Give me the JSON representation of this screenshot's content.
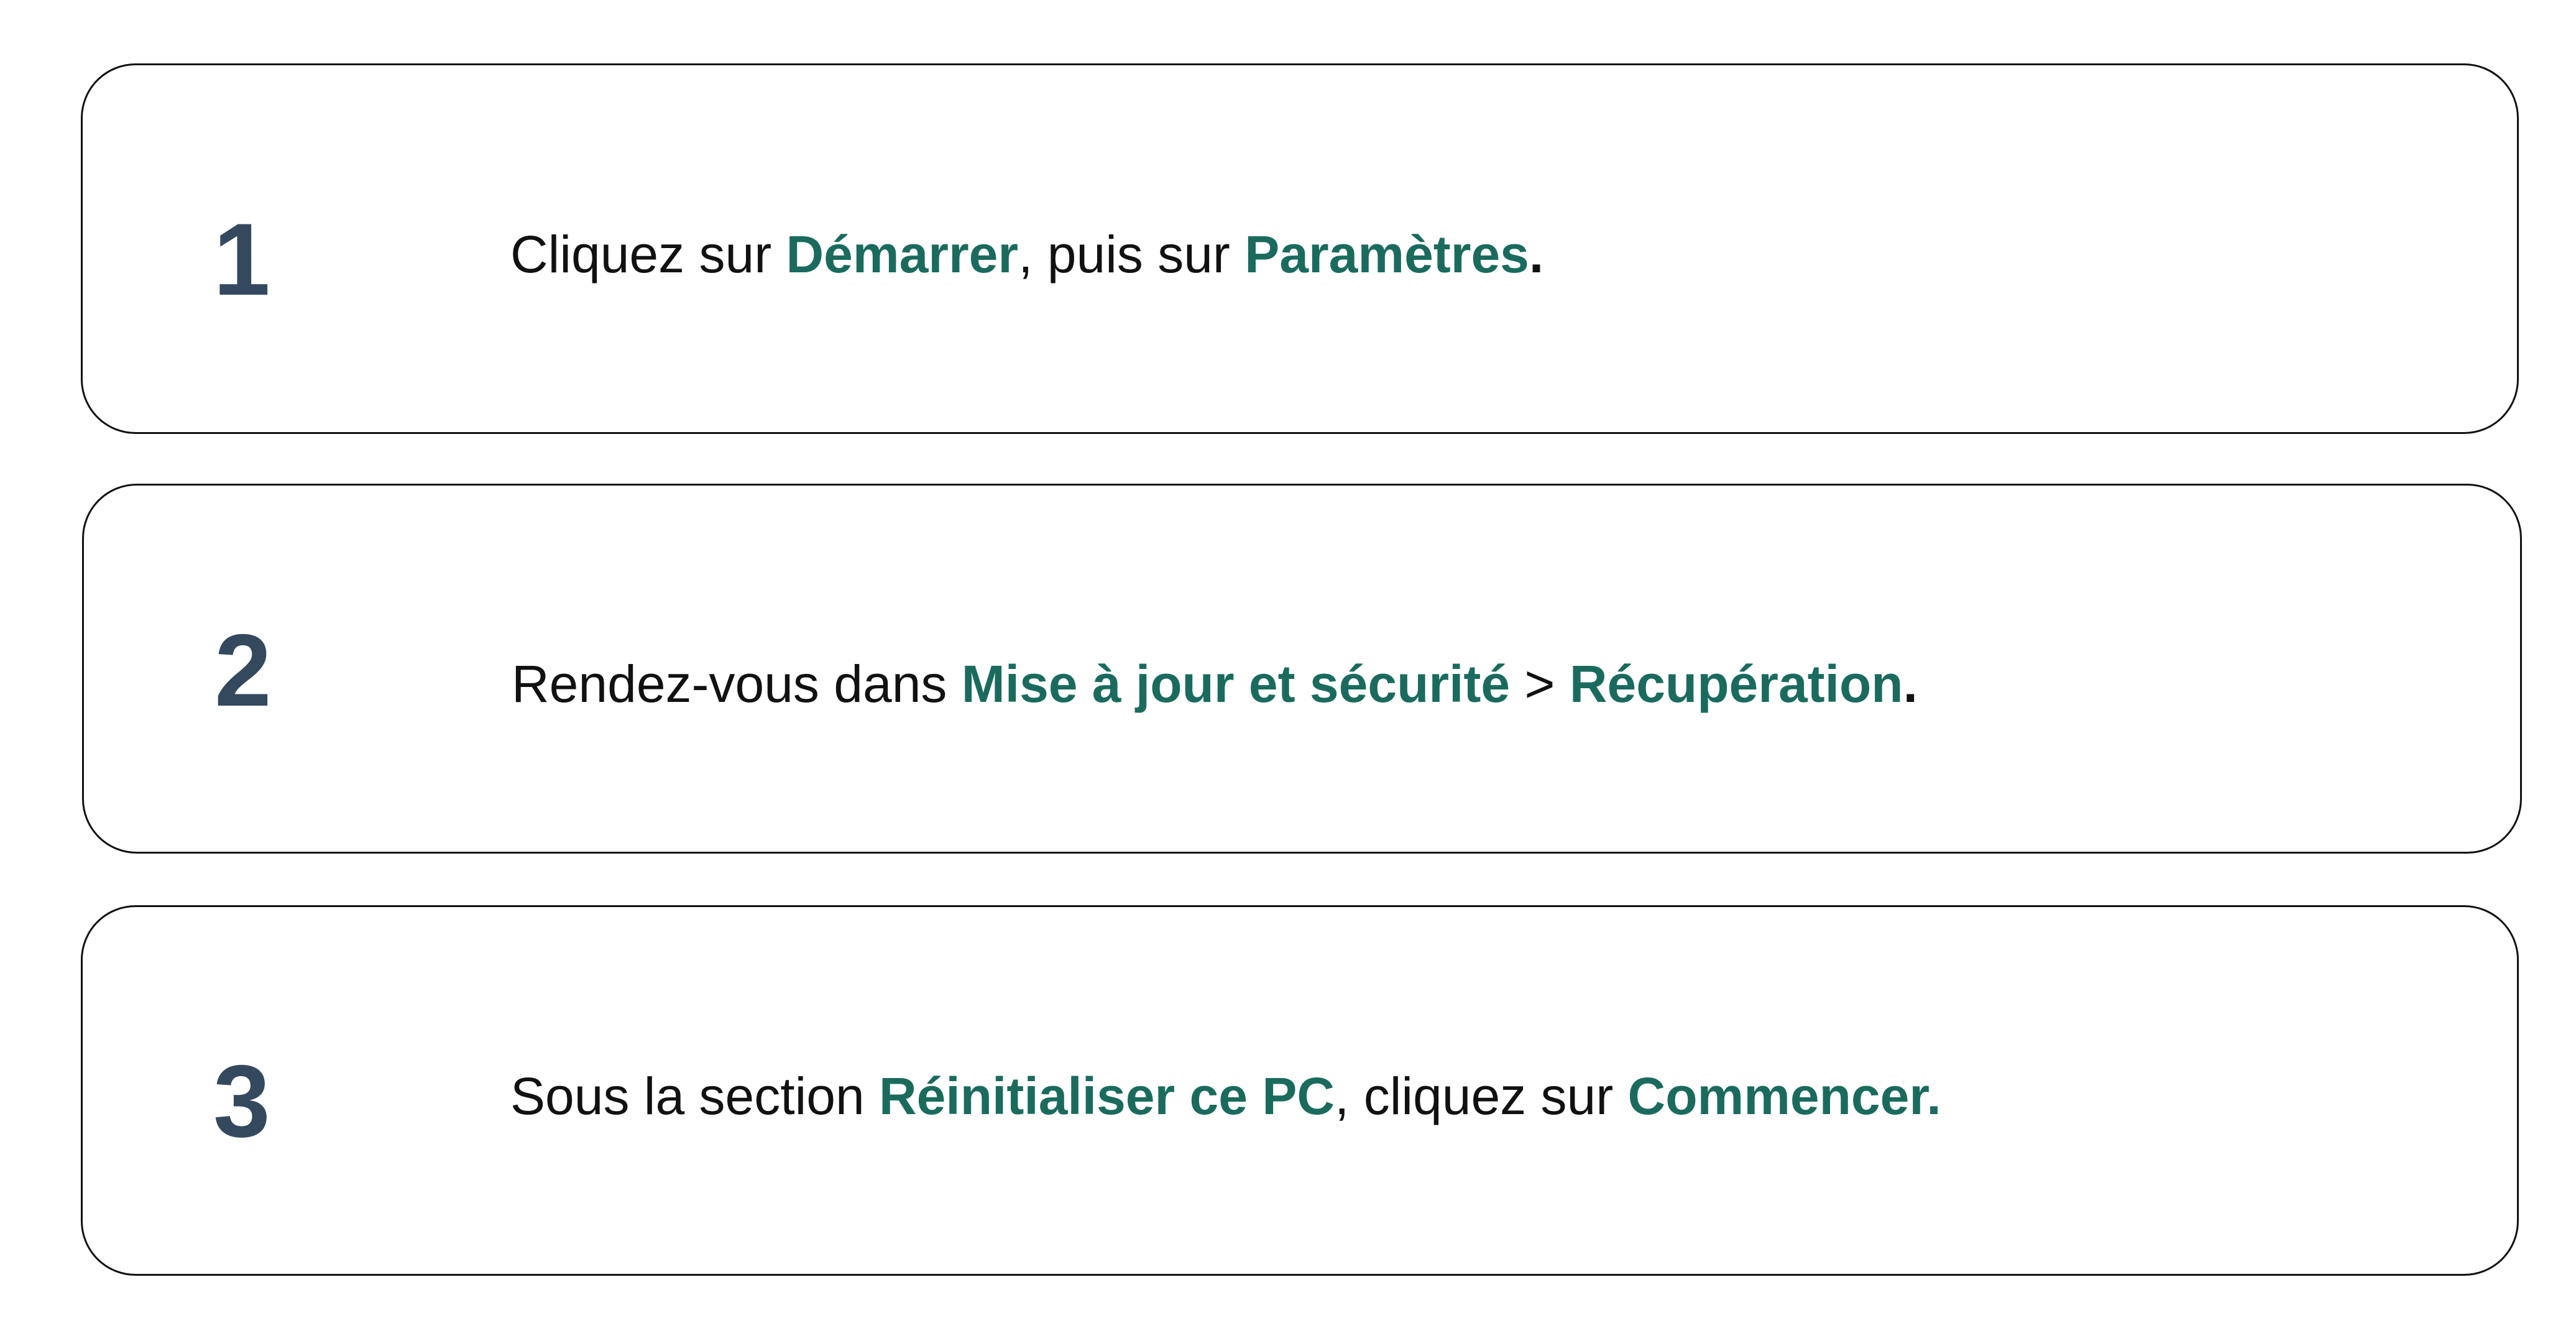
{
  "accent_color": "#1a6b5e",
  "number_color": "#34495e",
  "steps": [
    {
      "number": "1",
      "parts": [
        {
          "text": "Cliquez sur ",
          "highlight": false
        },
        {
          "text": "Démarrer",
          "highlight": true
        },
        {
          "text": ", puis sur ",
          "highlight": false
        },
        {
          "text": "Paramètres",
          "highlight": true
        },
        {
          "text": ".",
          "highlight": false
        }
      ]
    },
    {
      "number": "2",
      "parts": [
        {
          "text": "Rendez-vous dans ",
          "highlight": false
        },
        {
          "text": "Mise à jour et sécurité",
          "highlight": true
        },
        {
          "text": " > ",
          "highlight": false
        },
        {
          "text": "Récupération",
          "highlight": true
        },
        {
          "text": ".",
          "highlight": false
        }
      ]
    },
    {
      "number": "3",
      "parts": [
        {
          "text": "Sous la section ",
          "highlight": false
        },
        {
          "text": "Réinitialiser ce PC",
          "highlight": true
        },
        {
          "text": ", cliquez sur ",
          "highlight": false
        },
        {
          "text": "Commencer.",
          "highlight": true
        }
      ]
    }
  ]
}
